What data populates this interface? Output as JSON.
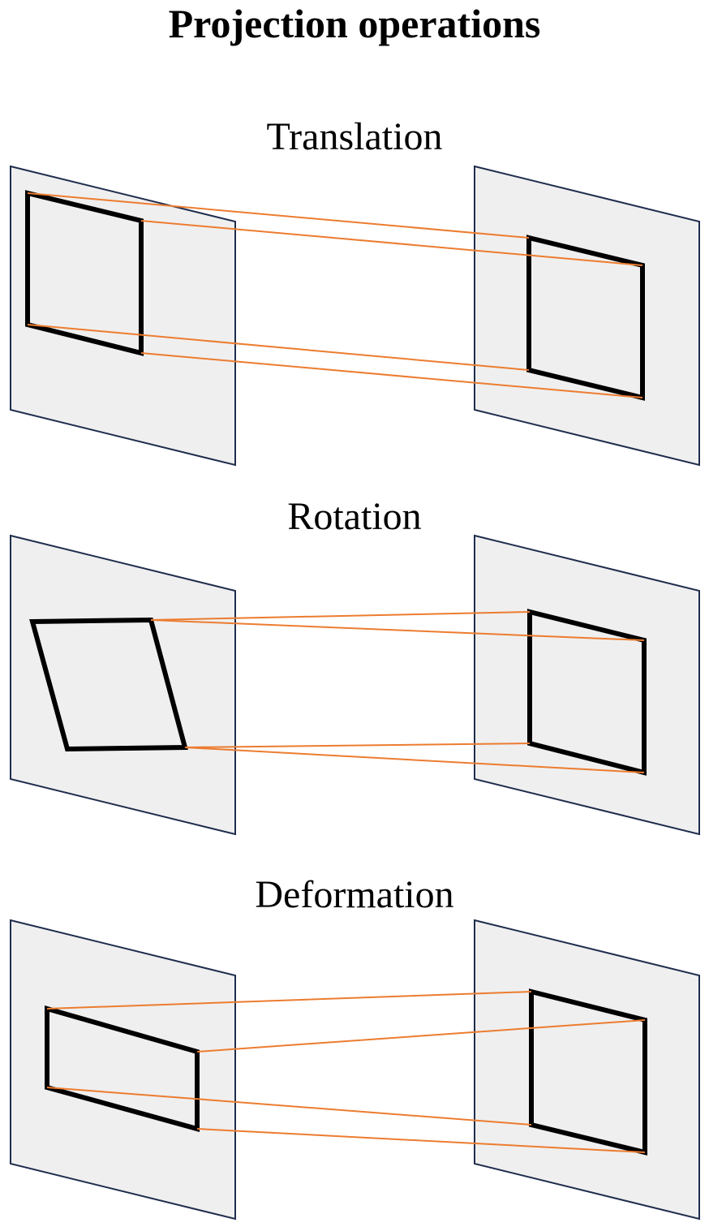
{
  "title": "Projection operations",
  "colors": {
    "plane_fill": "#efefef",
    "plane_stroke": "#1f2d4d",
    "shape_stroke": "#000000",
    "projection_line": "#ec7c30"
  },
  "panels": [
    {
      "id": "translation",
      "label": "Translation"
    },
    {
      "id": "rotation",
      "label": "Rotation"
    },
    {
      "id": "deformation",
      "label": "Deformation"
    }
  ]
}
